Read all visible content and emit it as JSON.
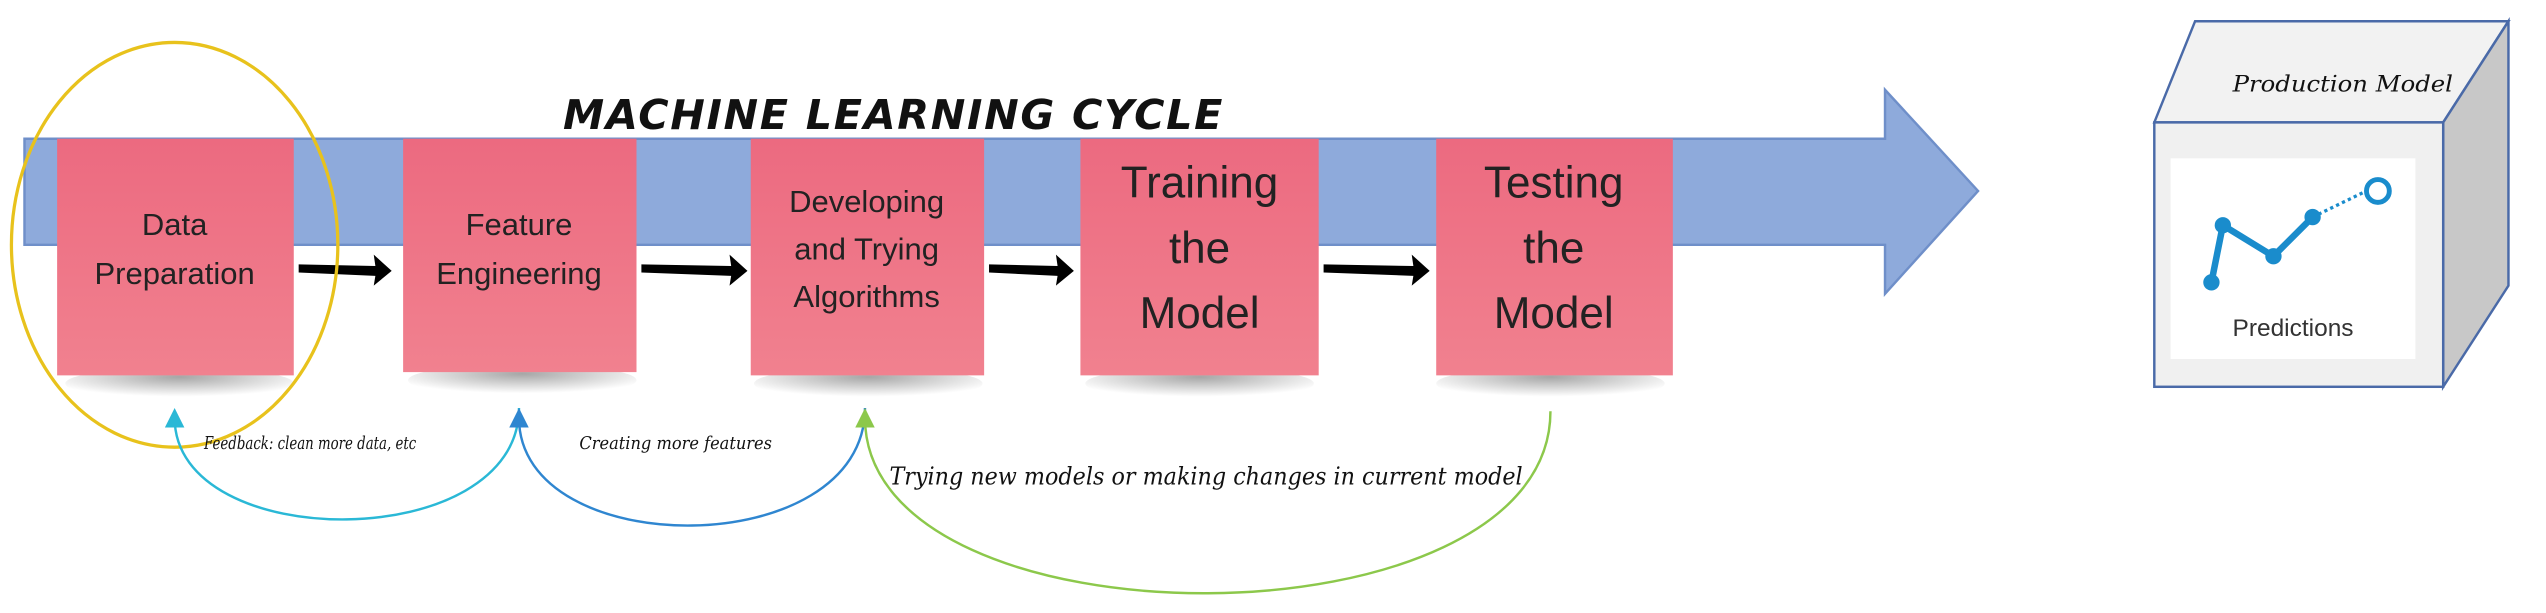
{
  "title": "MACHINE LEARNING CYCLE",
  "steps": [
    {
      "lines": [
        "Data",
        "Preparation"
      ]
    },
    {
      "lines": [
        "Feature",
        "Engineering"
      ]
    },
    {
      "lines": [
        "Developing",
        "and Trying",
        "Algorithms"
      ]
    },
    {
      "lines": [
        "Training",
        "the",
        "Model"
      ]
    },
    {
      "lines": [
        "Testing",
        "the",
        "Model"
      ]
    }
  ],
  "feedback": [
    {
      "label": "Feedback: clean more data, etc",
      "color": "#2ab8d6"
    },
    {
      "label": "Creating more features",
      "color": "#2f86d0"
    },
    {
      "label": "Trying new models or making changes in current model",
      "color": "#8cc84b"
    }
  ],
  "production": {
    "label": "Production Model",
    "inner_label": "Predictions",
    "accent": "#1a8ccc"
  },
  "colors": {
    "arrow_band": "#8eaadb",
    "sticky": "#ef7186",
    "highlight_ellipse": "#e8c21c"
  }
}
